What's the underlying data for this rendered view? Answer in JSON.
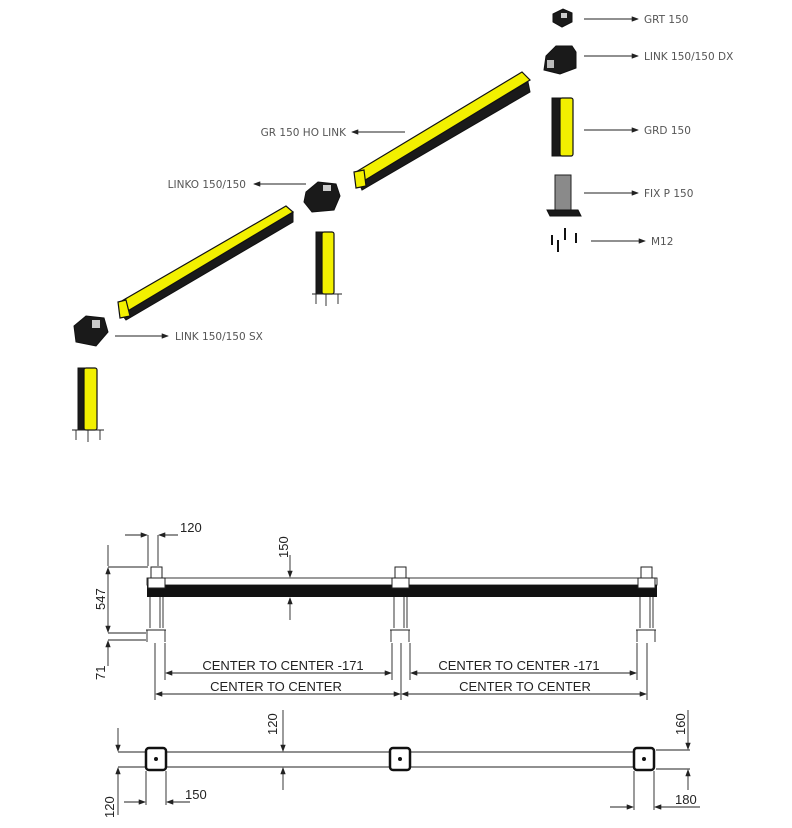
{
  "exploded_view": {
    "labels": {
      "grt": "GRT 150",
      "link_dx": "LINK 150/150 DX",
      "grd": "GRD 150",
      "fix": "FIX P 150",
      "m12": "M12",
      "gr_ho_link": "GR 150 HO LINK",
      "linko": "LINKO 150/150",
      "link_sx": "LINK 150/150 SX"
    }
  },
  "front_view": {
    "dims": {
      "post_width": "120",
      "rail_height": "150",
      "height": "547",
      "base": "71",
      "ctc_minus_1": "CENTER TO CENTER -171",
      "ctc_minus_2": "CENTER TO CENTER -171",
      "ctc_1": "CENTER TO CENTER",
      "ctc_2": "CENTER TO CENTER"
    }
  },
  "plan_view": {
    "dims": {
      "rail_depth": "120",
      "end_depth": "160",
      "left_depth": "120",
      "post_width": "150",
      "end_width": "180"
    }
  },
  "colors": {
    "yellow": "#f2f000",
    "black": "#1a1a1a"
  }
}
